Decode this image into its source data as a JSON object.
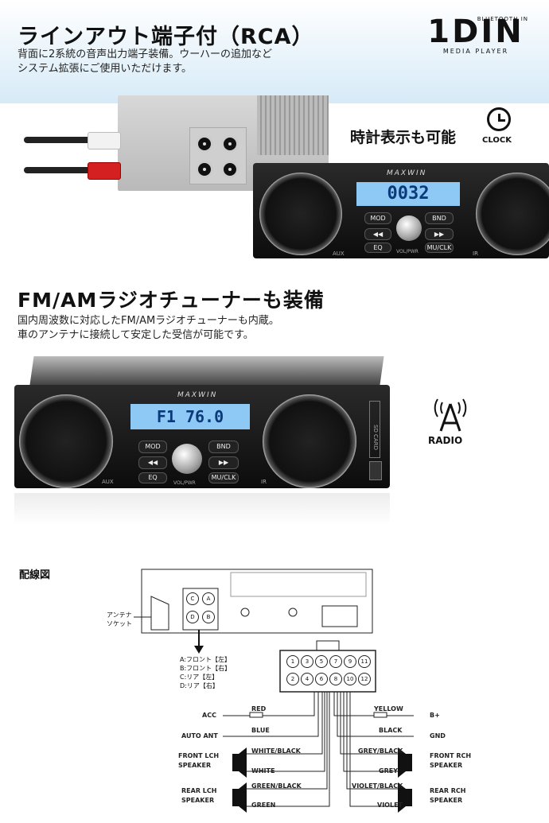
{
  "section1": {
    "title": "ラインアウト端子付（RCA）",
    "desc_line1": "背面に2系統の音声出力端子装備。ウーハーの追加など",
    "desc_line2": "システム拡張にご使用いただけます。"
  },
  "logo": {
    "top": "BLUETOOTH IN",
    "main": "1DIN",
    "bottom": "MEDIA PLAYER"
  },
  "clock": {
    "caption": "時計表示も可能",
    "icon_label": "CLOCK"
  },
  "unit1": {
    "brand": "MAXWIN",
    "display": "0032",
    "buttons": [
      "MOD",
      "BND",
      "EQ",
      "MU/CLK"
    ],
    "knob_label": "VOL/PWR",
    "aux": "AUX",
    "ir": "IR"
  },
  "section2": {
    "title": "FM/AMラジオチューナーも装備",
    "desc_line1": "国内周波数に対応したFM/AMラジオチューナーも内蔵。",
    "desc_line2": "車のアンテナに接続して安定した受信が可能です。"
  },
  "unit2": {
    "brand": "MAXWIN",
    "display": "F1  76.0",
    "buttons": [
      "MOD",
      "BND",
      "EQ",
      "MU/CLK"
    ],
    "knob_label": "VOL/PWR",
    "aux": "AUX",
    "ir": "IR",
    "sd": "SD CARD"
  },
  "radio": {
    "icon_label": "RADIO"
  },
  "wiring": {
    "title": "配線図",
    "antenna_line1": "アンテナ",
    "antenna_line2": "ソケット",
    "rca_ports": [
      "C",
      "A",
      "D",
      "B"
    ],
    "rca_legend": [
      "A:フロント【左】",
      "B:フロント【右】",
      "C:リア【左】",
      "D:リア【右】"
    ],
    "connector_top": [
      "1",
      "3",
      "5",
      "7",
      "9",
      "11"
    ],
    "connector_bottom": [
      "2",
      "4",
      "6",
      "8",
      "10",
      "12"
    ],
    "left_labels": [
      "ACC",
      "AUTO ANT",
      "FRONT LCH",
      "SPEAKER",
      "REAR LCH",
      "SPEAKER"
    ],
    "right_labels": [
      "B+",
      "GND",
      "FRONT RCH",
      "SPEAKER",
      "REAR RCH",
      "SPEAKER"
    ],
    "left_wires": [
      "RED",
      "BLUE",
      "WHITE/BLACK",
      "WHITE",
      "GREEN/BLACK",
      "GREEN"
    ],
    "right_wires": [
      "YELLOW",
      "BLACK",
      "GREY/BLACK",
      "GREY",
      "VIOLET/BLACK",
      "VIOLET"
    ]
  }
}
